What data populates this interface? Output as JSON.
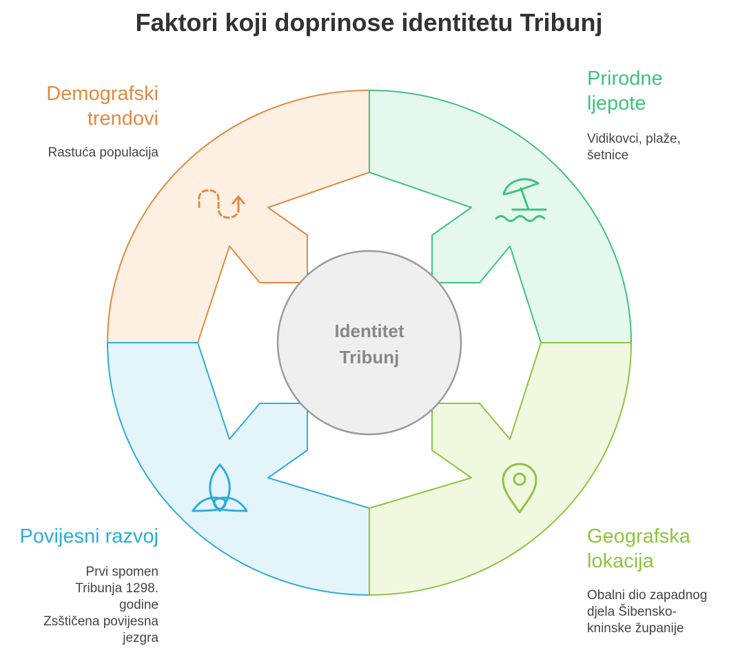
{
  "title": "Faktori koji doprinose identitetu Tribunj",
  "center": {
    "line1": "Identitet",
    "line2": "Tribunj"
  },
  "factors": {
    "demographic": {
      "title": "Demografski\ntrendovi",
      "description": "Rastuća populacija",
      "icon": "trend-up-icon",
      "color": "#E08A40",
      "fill": "#FDEFE2"
    },
    "nature": {
      "title": "Prirodne\nljepote",
      "description": "Vidikovci, plaže,\nšetnice",
      "icon": "beach-umbrella-icon",
      "color": "#3EC27D",
      "fill": "#E4F8EE"
    },
    "history": {
      "title": "Povijesni razvoj",
      "description": "Prvi spomen\nTribunja 1298.\ngodine\nZsštičena povijesna\njezgra",
      "icon": "triquetra-icon",
      "color": "#2AACDA",
      "fill": "#E4F4FB"
    },
    "geography": {
      "title": "Geografska\nlokacija",
      "description": "Obalni dio zapadnog\ndjela Šibensko-\nkninske županije",
      "icon": "map-pin-icon",
      "color": "#8CC43E",
      "fill": "#F0F8E0"
    }
  }
}
